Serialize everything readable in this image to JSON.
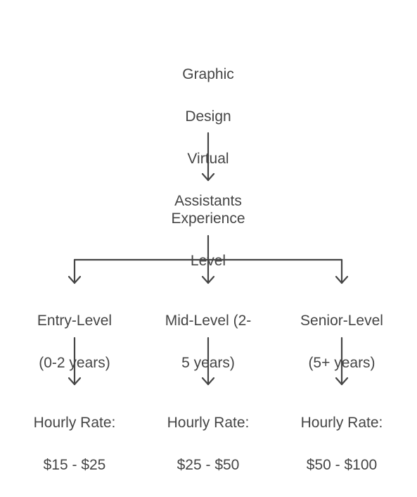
{
  "root": {
    "label_lines": [
      "Graphic",
      "Design",
      "Virtual",
      "Assistants"
    ]
  },
  "experience": {
    "label_lines": [
      "Experience",
      "Level"
    ]
  },
  "levels": [
    {
      "label_lines": [
        "Entry-Level",
        "(0-2 years)"
      ],
      "rate_lines": [
        "Hourly Rate:",
        "$15 - $25"
      ]
    },
    {
      "label_lines": [
        "Mid-Level (2-",
        "5 years)"
      ],
      "rate_lines": [
        "Hourly Rate:",
        "$25 - $50"
      ]
    },
    {
      "label_lines": [
        "Senior-Level",
        "(5+ years)"
      ],
      "rate_lines": [
        "Hourly Rate:",
        "$50 - $100"
      ]
    }
  ],
  "colors": {
    "text": "#454545",
    "connector": "#454545",
    "background": "#ffffff"
  }
}
